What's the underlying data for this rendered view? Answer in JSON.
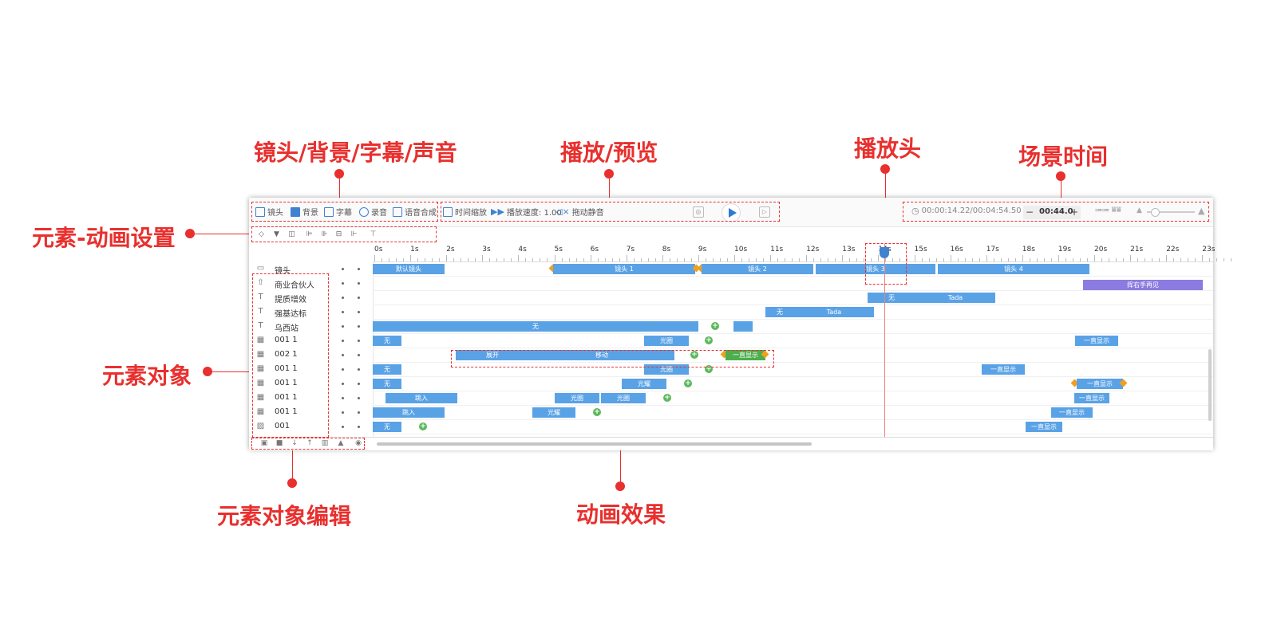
{
  "annotations": {
    "lens_bg_sub_sound": "镜头/背景/字幕/声音",
    "play_preview": "播放/预览",
    "playhead": "播放头",
    "scene_time": "场景时间",
    "element_anim_settings": "元素-动画设置",
    "element_objects": "元素对象",
    "element_objects_edit": "元素对象编辑",
    "anim_effects": "动画效果"
  },
  "toolbar": {
    "lens": "镜头",
    "background": "背景",
    "subtitle": "字幕",
    "record": "录音",
    "voice_synth": "语音合成",
    "time_zoom": "时间缩放",
    "play_speed": "播放速度: 1.00",
    "drag_mute": "拖动静音",
    "time_display": "00:00:14.22/00:04:54.50",
    "scene_duration": "00:44.0",
    "minus": "−",
    "plus": "+"
  },
  "ruler": [
    "0s",
    "1s",
    "2s",
    "3s",
    "4s",
    "5s",
    "6s",
    "7s",
    "8s",
    "9s",
    "10s",
    "11s",
    "12s",
    "13s",
    "14s",
    "15s",
    "16s",
    "17s",
    "18s",
    "19s",
    "20s",
    "21s",
    "22s",
    "23s"
  ],
  "layers": [
    {
      "icon": "▭",
      "name": "镜头"
    },
    {
      "icon": "⇧",
      "name": "商业合伙人"
    },
    {
      "icon": "T",
      "name": "提质增效"
    },
    {
      "icon": "T",
      "name": "强基达标"
    },
    {
      "icon": "T",
      "name": "乌西站"
    },
    {
      "icon": "▦",
      "name": "001 1"
    },
    {
      "icon": "▦",
      "name": "002 1"
    },
    {
      "icon": "▦",
      "name": "001 1"
    },
    {
      "icon": "▦",
      "name": "001 1"
    },
    {
      "icon": "▦",
      "name": "001 1"
    },
    {
      "icon": "▦",
      "name": "001 1"
    },
    {
      "icon": "▨",
      "name": "001"
    }
  ],
  "track_labels": {
    "default_lens": "默认镜头",
    "lens1": "镜头 1",
    "lens2": "镜头 2",
    "lens3": "镜头 3",
    "lens4": "镜头 4",
    "wave": "挥右手再见",
    "none": "无",
    "tada": "Tada",
    "halo": "光圈",
    "always_show": "一直显示",
    "expand": "展开",
    "move": "移动",
    "glow": "光耀",
    "fly_in": "跳入"
  },
  "colors": {
    "accent": "#3f82cf",
    "bar": "#5aa2e6",
    "annotation": "#e8302e",
    "keyframe": "#f0a020",
    "add": "#5cb85c"
  }
}
